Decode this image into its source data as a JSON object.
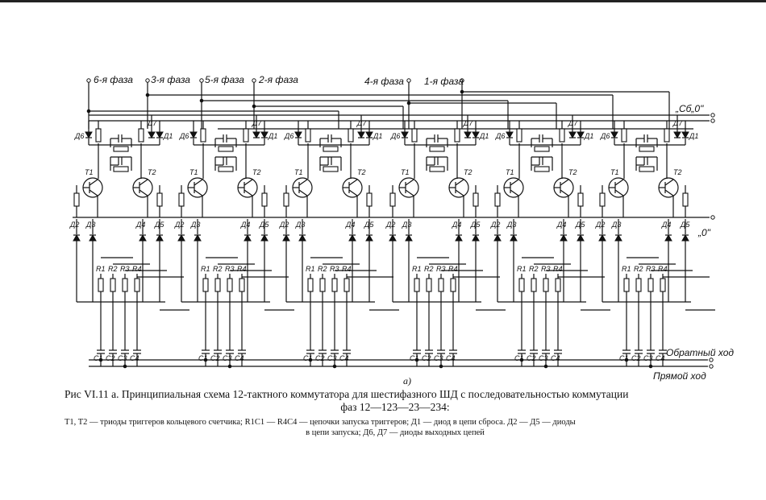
{
  "phases": {
    "p6": "6-я фаза",
    "p3": "3-я фаза",
    "p5": "5-я фаза",
    "p2": "2-я фаза",
    "p4": "4-я фаза",
    "p1": "1-я фаза"
  },
  "bus_labels": {
    "reset": "„Сб„0\"",
    "zero": "„0\"",
    "reverse": "Обратный ход",
    "forward": "Прямой ход"
  },
  "cell_labels": {
    "d6": "Д6",
    "d7": "Д7",
    "d1": "Д1",
    "t1": "T1",
    "t2": "T2",
    "d2": "Д2",
    "d3": "Д3",
    "d4": "Д4",
    "d5": "Д5",
    "r": [
      "R1",
      "R2",
      "R3",
      "R4"
    ],
    "c": [
      "C1",
      "C2",
      "C3",
      "C4"
    ]
  },
  "cell_count": 6,
  "subfigure": "а)",
  "caption": {
    "line1": "Рис  VI.11 а. Принципиальная схема  12-тактного коммутатора  для шестифазного ШД  с  последовательностью  коммутации",
    "line2": "фаз 12—123—23—234:"
  },
  "legend": {
    "line1": "T1, T2 — триоды триггеров кольцевого счетчика; R1C1 — R4C4 — цепочки запуска триггеров; Д1 — диод в цепи сброса. Д2 — Д5 — диоды",
    "line2": "в цепи запуска; Д6, Д7 — диоды выходных цепей"
  }
}
